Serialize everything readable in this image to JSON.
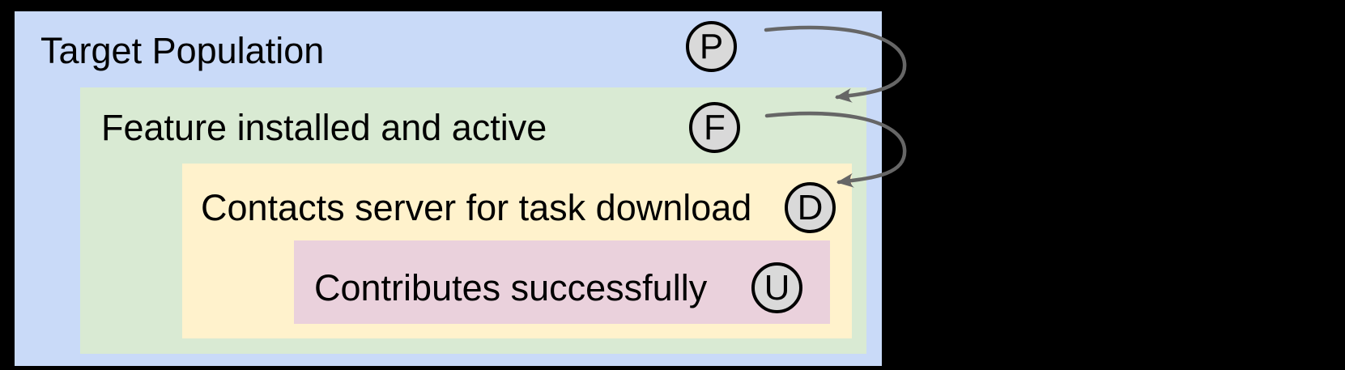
{
  "colors": {
    "background": "#000000",
    "arrow": "#666666",
    "badge_fill": "#d9d9d9",
    "badge_border": "#000000",
    "text": "#000000"
  },
  "boxes": [
    {
      "name": "target-population",
      "label": "Target Population",
      "letter": "P",
      "fill": "#c9daf8"
    },
    {
      "name": "feature-installed",
      "label": "Feature installed and active",
      "letter": "F",
      "fill": "#d9ead3"
    },
    {
      "name": "contacts-server",
      "label": "Contacts server for task download",
      "letter": "D",
      "fill": "#fff2cc"
    },
    {
      "name": "contributes",
      "label": "Contributes successfully",
      "letter": "U",
      "fill": "#ead1dc"
    }
  ],
  "arrows": [
    {
      "from": "P",
      "to": "Feature installed and active"
    },
    {
      "from": "F",
      "to": "Contacts server for task download"
    }
  ]
}
